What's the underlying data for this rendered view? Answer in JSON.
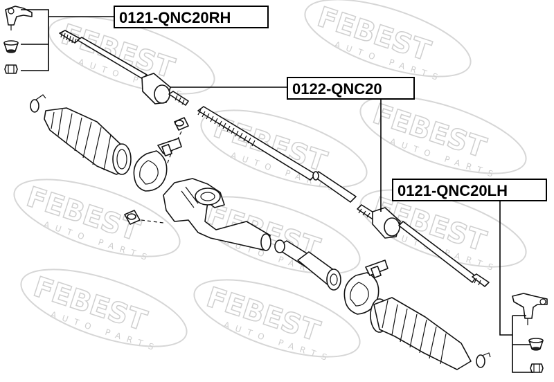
{
  "watermark": {
    "brand": "FEBEST",
    "tagline": "AUTO PARTS"
  },
  "labels": {
    "tie_rod_end_rh": "0121-QNC20RH",
    "tie_rod": "0122-QNC20",
    "tie_rod_end_lh": "0121-QNC20LH"
  }
}
